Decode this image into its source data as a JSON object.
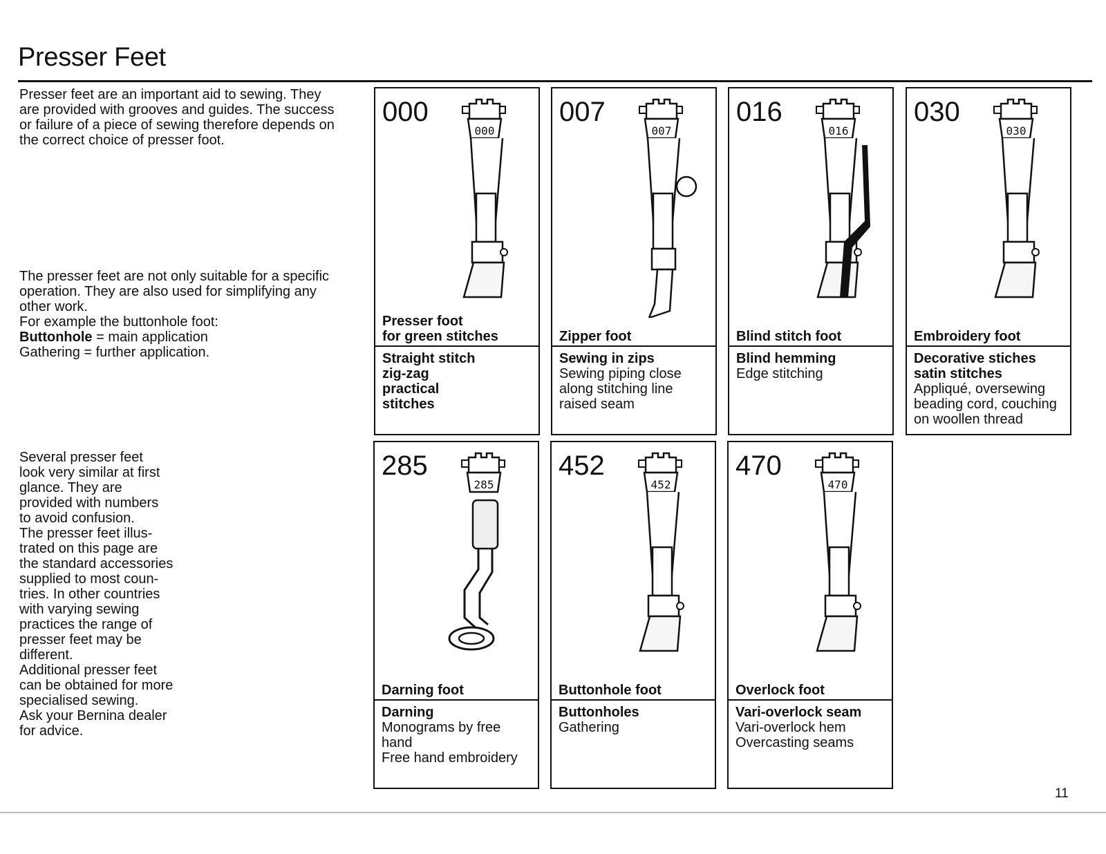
{
  "title": "Presser Feet",
  "intro": {
    "p1": [
      "Presser feet are an important aid to sewing. They",
      "are provided with grooves and guides. The success",
      "or failure of a piece of sewing therefore depends on",
      "the correct choice of presser foot."
    ],
    "p2": [
      "The presser feet are not only suitable for a specific",
      "operation. They are also used for simplifying any",
      "other work.",
      "For example the buttonhole foot:"
    ],
    "p2_bold_1": "Buttonhole",
    "p2_rest_1": " = main application",
    "p2_last": "Gathering = further application.",
    "p3": [
      "Several presser feet",
      "look very similar at first",
      "glance. They are",
      "provided with numbers",
      "to avoid confusion.",
      "The presser feet illus-",
      "trated on this page are",
      "the standard accessories",
      "supplied to most coun-",
      "tries. In other countries",
      "with varying sewing",
      "practices the range of",
      "presser feet may be",
      "different.",
      "Additional presser feet",
      "can be obtained for more",
      "specialised sewing.",
      "Ask your Bernina dealer",
      "for advice."
    ]
  },
  "feet": [
    {
      "code": "000",
      "name": [
        "Presser foot",
        "for green stitches"
      ],
      "uses": [
        {
          "text": "Straight stitch",
          "bold": true
        },
        {
          "text": "zig-zag",
          "bold": true
        },
        {
          "text": "practical",
          "bold": true
        },
        {
          "text": "stitches",
          "bold": true
        }
      ]
    },
    {
      "code": "007",
      "name": [
        "Zipper foot"
      ],
      "uses": [
        {
          "text": "Sewing in zips",
          "bold": true
        },
        {
          "text": "Sewing piping close",
          "bold": false
        },
        {
          "text": "along stitching line",
          "bold": false
        },
        {
          "text": "raised seam",
          "bold": false
        }
      ]
    },
    {
      "code": "016",
      "name": [
        "Blind stitch foot"
      ],
      "uses": [
        {
          "text": "Blind hemming",
          "bold": true
        },
        {
          "text": "Edge stitching",
          "bold": false
        }
      ]
    },
    {
      "code": "030",
      "name": [
        "Embroidery foot"
      ],
      "uses": [
        {
          "text": "Decorative stiches",
          "bold": true
        },
        {
          "text": "satin stitches",
          "bold": true
        },
        {
          "text": "Appliqué, oversewing",
          "bold": false
        },
        {
          "text": "beading cord, couching",
          "bold": false
        },
        {
          "text": "on woollen thread",
          "bold": false
        }
      ]
    },
    {
      "code": "285",
      "name": [
        "Darning foot"
      ],
      "uses": [
        {
          "text": "Darning",
          "bold": true
        },
        {
          "text": "Monograms by free",
          "bold": false
        },
        {
          "text": "hand",
          "bold": false
        },
        {
          "text": "Free hand embroidery",
          "bold": false
        }
      ]
    },
    {
      "code": "452",
      "name": [
        "Buttonhole foot"
      ],
      "uses": [
        {
          "text": "Buttonholes",
          "bold": true
        },
        {
          "text": "Gathering",
          "bold": false
        }
      ]
    },
    {
      "code": "470",
      "name": [
        "Overlock foot"
      ],
      "uses": [
        {
          "text": "Vari-overlock seam",
          "bold": true
        },
        {
          "text": "Vari-overlock hem",
          "bold": false
        },
        {
          "text": "Overcasting seams",
          "bold": false
        }
      ]
    }
  ],
  "page_number": "11"
}
